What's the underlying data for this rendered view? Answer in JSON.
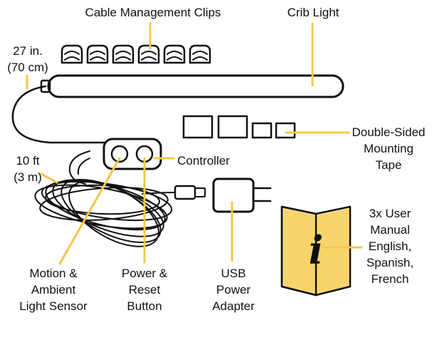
{
  "labels": {
    "cable_clips": "Cable Management Clips",
    "crib_light": "Crib Light",
    "cord_length_in": "27 in.",
    "cord_length_cm": "(70 cm)",
    "cable_length_ft": "10 ft",
    "cable_length_m": "(3 m)",
    "controller": "Controller",
    "tape": [
      "Double-Sided",
      "Mounting",
      "Tape"
    ],
    "sensor": [
      "Motion &",
      "Ambient",
      "Light Sensor"
    ],
    "button": [
      "Power &",
      "Reset",
      "Button"
    ],
    "adapter": [
      "USB",
      "Power",
      "Adapter"
    ],
    "manual": [
      "3x User",
      "Manual",
      "English,",
      "Spanish,",
      "French"
    ]
  },
  "manual_icon_glyph": "i",
  "colors": {
    "accent": "#f7c748",
    "manual_fill": "#f8d56a",
    "line": "#111111",
    "light_bar": "#ffffff"
  },
  "icons": [
    "clip-icon",
    "crib-light-bar",
    "controller-box",
    "tape-strip",
    "usb-adapter",
    "manual-booklet",
    "coiled-cable"
  ]
}
